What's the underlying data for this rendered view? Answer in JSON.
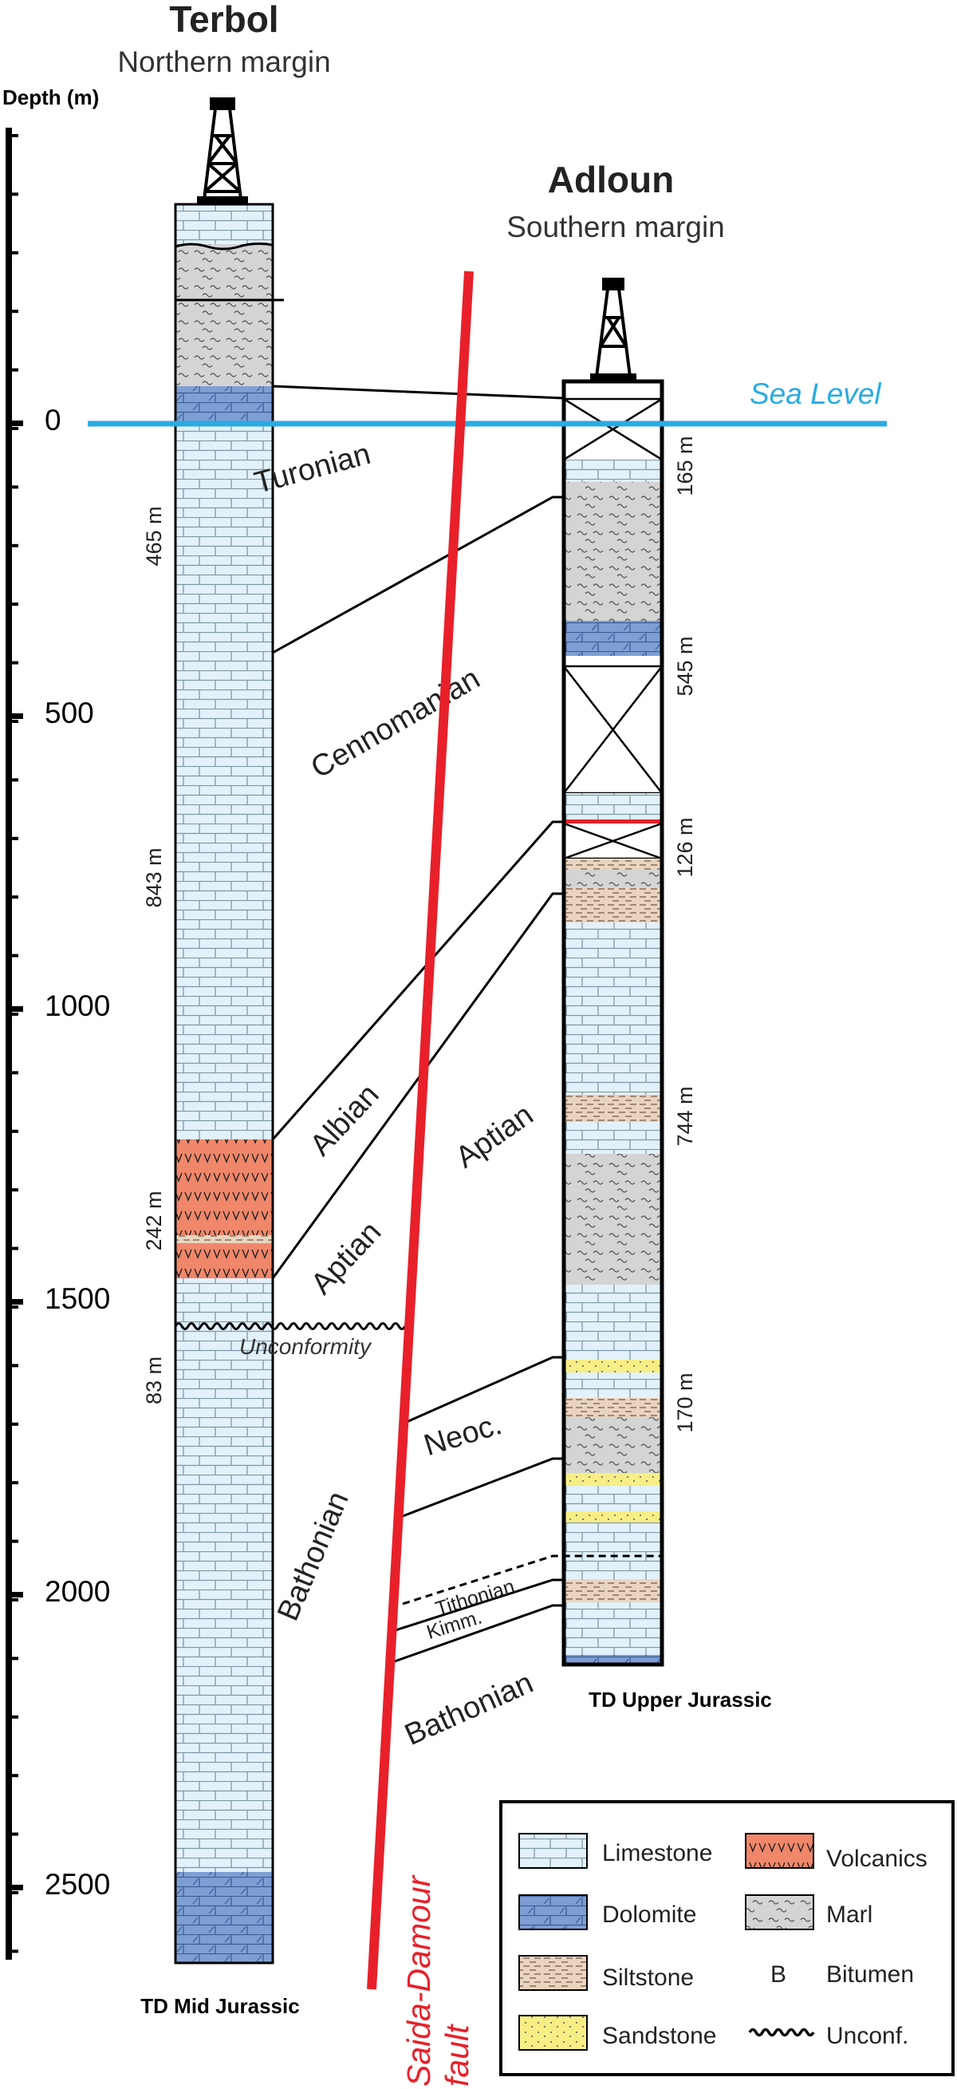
{
  "wells": {
    "terbol": {
      "name": "Terbol",
      "subtitle": "Northern margin",
      "td_label": "TD Mid Jurassic",
      "thicknesses": [
        "465 m",
        "843 m",
        "242 m",
        "83 m"
      ]
    },
    "adloun": {
      "name": "Adloun",
      "subtitle": "Southern margin",
      "td_label": "TD Upper Jurassic",
      "thicknesses": [
        "165 m",
        "545 m",
        "126 m",
        "744 m",
        "170 m"
      ]
    }
  },
  "depth_axis": {
    "title": "Depth (m)",
    "ticks": [
      "0",
      "500",
      "1000",
      "1500",
      "2000",
      "2500"
    ]
  },
  "sea_level": {
    "label": "Sea Level",
    "color": "#29abe2"
  },
  "stages_terbol": [
    "Turonian",
    "Cennomanian",
    "Albian",
    "Aptian",
    "Bathonian"
  ],
  "stages_adloun": [
    "Aptian",
    "Neoc.",
    "Tithonian",
    "Kimm.",
    "Bathonian"
  ],
  "unconformity_label": "Unconformity",
  "fault": {
    "label_line1": "Saida-Damour",
    "label_line2": "fault",
    "color": "#e8202a"
  },
  "legend": [
    {
      "key": "limestone",
      "label": "Limestone"
    },
    {
      "key": "volcanics",
      "label": "Volcanics"
    },
    {
      "key": "dolomite",
      "label": "Dolomite"
    },
    {
      "key": "marl",
      "label": "Marl"
    },
    {
      "key": "siltstone",
      "label": "Siltstone"
    },
    {
      "key": "bitumen",
      "label": "Bitumen",
      "symbol": "B"
    },
    {
      "key": "sandstone",
      "label": "Sandstone"
    },
    {
      "key": "unconf",
      "label": "Unconf."
    }
  ],
  "colors": {
    "limestone": "#e3f1fa",
    "dolomite": "#7f9fd4",
    "volcanics": "#f0876a",
    "marl": "#d4d4d4",
    "siltstone": "#e9d4c0",
    "sandstone": "#f7ee86"
  }
}
